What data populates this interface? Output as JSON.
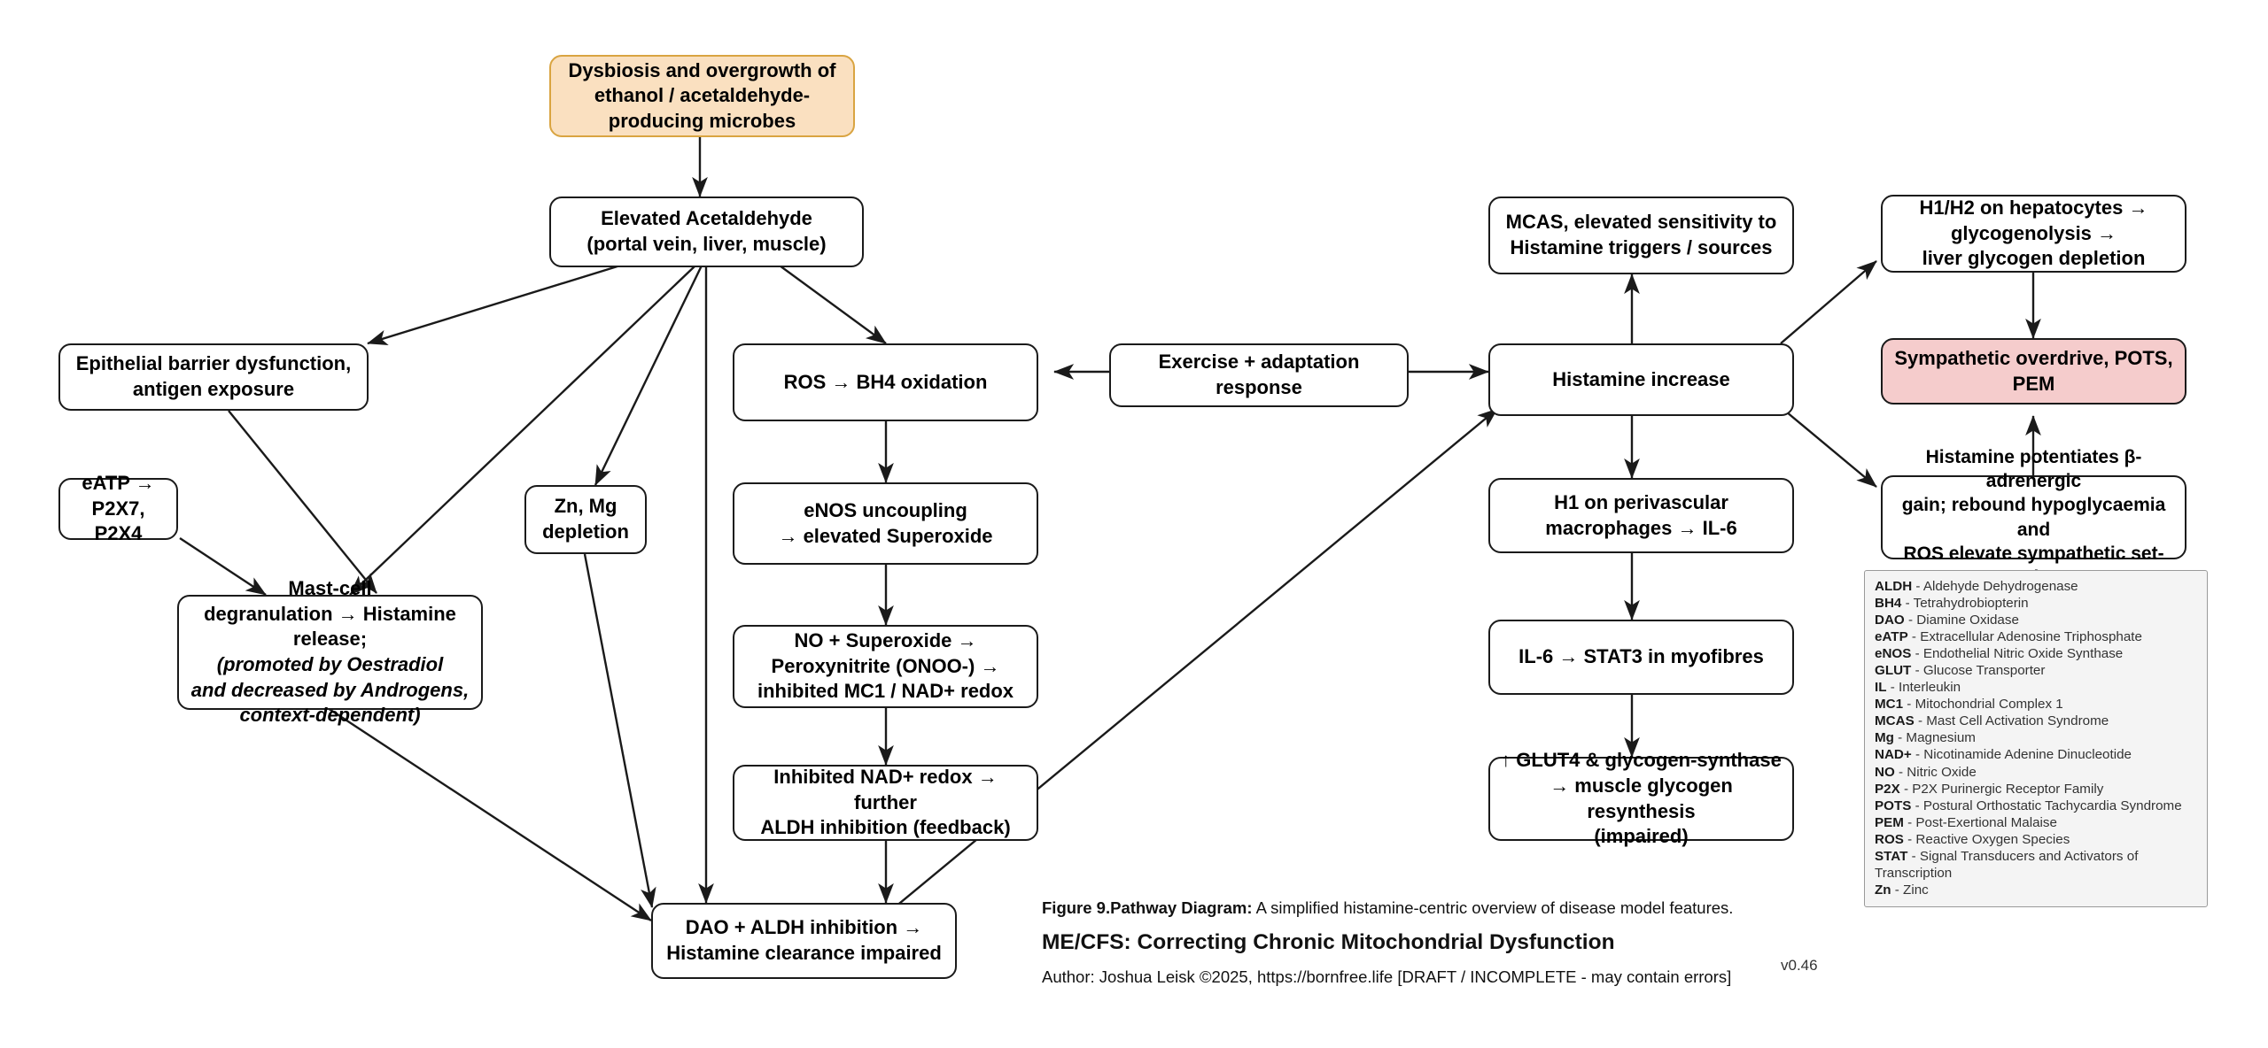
{
  "diagram": {
    "nodes": {
      "dysbiosis": "Dysbiosis and overgrowth of\nethanol / acetaldehyde-\nproducing microbes",
      "acetaldehyde": "Elevated Acetaldehyde\n(portal vein, liver, muscle)",
      "epithelial": "Epithelial barrier dysfunction,\nantigen exposure",
      "eatp": "eATP →\nP2X7, P2X4",
      "mastcell_plain": "Mast-cell\ndegranulation → Histamine\nrelease;",
      "mastcell_italic": "(promoted by Oestradiol\nand decreased by Androgens,\ncontext-dependent)",
      "znmg": "Zn, Mg\ndepletion",
      "ros_bh4": "ROS → BH4 oxidation",
      "enos": "eNOS uncoupling\n→ elevated Superoxide",
      "peroxynitrite": "NO + Superoxide →\nPeroxynitrite (ONOO-) →\ninhibited MC1 / NAD+ redox",
      "inhibited_nad": "Inhibited NAD+ redox → further\nALDH inhibition (feedback)",
      "dao_aldh": "DAO + ALDH inhibition →\nHistamine clearance impaired",
      "exercise": "Exercise + adaptation response",
      "mcas": "MCAS, elevated sensitivity to\nHistamine triggers / sources",
      "histamine_increase": "Histamine increase",
      "h1_perivascular": "H1 on perivascular\nmacrophages → IL-6",
      "il6_stat3": "IL-6 → STAT3 in myofibres",
      "glut4": "↑ GLUT4 & glycogen-synthase\n→ muscle glycogen resynthesis\n(impaired)",
      "h1h2": "H1/H2 on hepatocytes →\nglycogenolysis →\nliver glycogen depletion",
      "sympathetic": "Sympathetic overdrive, POTS, PEM",
      "beta_adrenergic": "Histamine potentiates β-adrenergic\ngain; rebound hypoglycaemia and\nROS elevate sympathetic set-point"
    },
    "colors": {
      "orange_fill": "#FAE0C0",
      "orange_border": "#D9A441",
      "pink_fill": "#F5CCCC",
      "node_border": "#1a1a1a",
      "legend_fill": "#F4F4F4",
      "legend_border": "#9a9a9a"
    }
  },
  "legend": {
    "entries": [
      {
        "abbr": "ALDH",
        "def": "Aldehyde Dehydrogenase"
      },
      {
        "abbr": "BH4",
        "def": "Tetrahydrobiopterin"
      },
      {
        "abbr": "DAO",
        "def": "Diamine Oxidase"
      },
      {
        "abbr": "eATP",
        "def": "Extracellular Adenosine Triphosphate"
      },
      {
        "abbr": "eNOS",
        "def": "Endothelial Nitric Oxide Synthase"
      },
      {
        "abbr": "GLUT",
        "def": "Glucose Transporter"
      },
      {
        "abbr": "IL",
        "def": "Interleukin"
      },
      {
        "abbr": "MC1",
        "def": "Mitochondrial Complex 1"
      },
      {
        "abbr": "MCAS",
        "def": "Mast Cell Activation Syndrome"
      },
      {
        "abbr": "Mg",
        "def": "Magnesium"
      },
      {
        "abbr": "NAD+",
        "def": "Nicotinamide Adenine Dinucleotide"
      },
      {
        "abbr": "NO",
        "def": "Nitric Oxide"
      },
      {
        "abbr": "P2X",
        "def": "P2X Purinergic Receptor Family"
      },
      {
        "abbr": "POTS",
        "def": "Postural Orthostatic Tachycardia Syndrome"
      },
      {
        "abbr": "PEM",
        "def": "Post-Exertional Malaise"
      },
      {
        "abbr": "ROS",
        "def": "Reactive Oxygen Species"
      },
      {
        "abbr": "STAT",
        "def": "Signal Transducers and Activators of Transcription"
      },
      {
        "abbr": "Zn",
        "def": "Zinc"
      }
    ]
  },
  "caption": {
    "figure_number": "Figure 9.",
    "figure_kind": "Pathway Diagram:",
    "figure_desc": " A simplified histamine-centric overview of disease model features.",
    "title": "ME/CFS: Correcting Chronic Mitochondrial Dysfunction",
    "author": "Author: Joshua Leisk ©2025, https://bornfree.life [DRAFT / INCOMPLETE - may contain errors]",
    "version": "v0.46"
  }
}
